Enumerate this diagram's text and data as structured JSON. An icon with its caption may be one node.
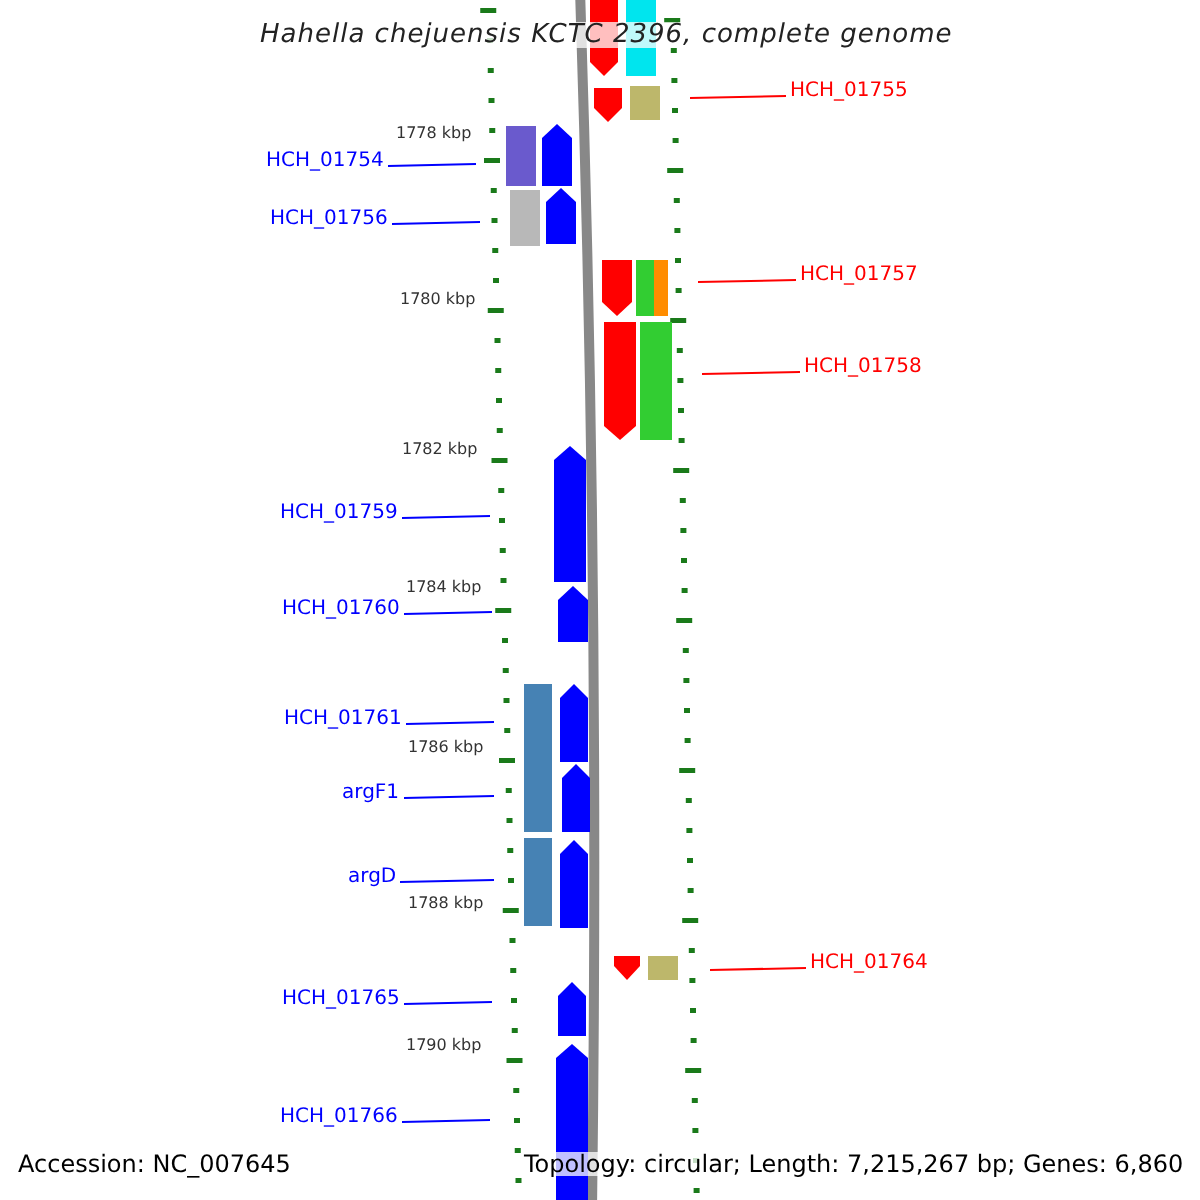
{
  "diagram": {
    "title": "Hahella chejuensis KCTC 2396, complete genome",
    "nodes": [
      {
        "text": [
          "HCH_01755"
        ]
      },
      {
        "text": [
          "HCH_01754"
        ]
      },
      {
        "text": [
          "HCH_01756"
        ]
      },
      {
        "text": [
          "HCH_01757"
        ]
      },
      {
        "text": [
          "HCH_01758"
        ]
      },
      {
        "text": [
          "HCH_01759"
        ]
      },
      {
        "text": [
          "HCH_01760"
        ]
      },
      {
        "text": [
          "HCH_01761"
        ]
      },
      {
        "text": [
          "argF1"
        ]
      },
      {
        "text": [
          "argD"
        ]
      },
      {
        "text": [
          "HCH_01764"
        ]
      },
      {
        "text": [
          "HCH_01765"
        ]
      },
      {
        "text": [
          "HCH_01766"
        ]
      }
    ],
    "edges": [
      {
        "from": 0,
        "to": null,
        "arrow": "none",
        "color": "#ff0000"
      },
      {
        "from": 1,
        "to": null,
        "arrow": "none"
      },
      {
        "from": 2,
        "to": null,
        "arrow": "none"
      },
      {
        "from": 3,
        "to": null,
        "arrow": "none",
        "color": "#ff0000"
      },
      {
        "from": 4,
        "to": null,
        "arrow": "none",
        "color": "#ff0000"
      },
      {
        "from": 5,
        "to": null,
        "arrow": "none"
      },
      {
        "from": 6,
        "to": null,
        "arrow": "none"
      },
      {
        "from": 7,
        "to": null,
        "arrow": "none"
      },
      {
        "from": 8,
        "to": null,
        "arrow": "none"
      },
      {
        "from": 9,
        "to": null,
        "arrow": "none"
      },
      {
        "from": 10,
        "to": null,
        "arrow": "none",
        "color": "#ff0000"
      },
      {
        "from": 11,
        "to": null,
        "arrow": "none"
      },
      {
        "from": 12,
        "to": null,
        "arrow": "none"
      }
    ],
    "labels": [
      "1778 kbp",
      "1780 kbp",
      "1782 kbp",
      "1784 kbp",
      "1786 kbp",
      "1788 kbp",
      "1790 kbp",
      "Accession: NC_007645",
      "Topology: circular; Length: 7,215,267 bp; Genes: 6,860"
    ]
  }
}
